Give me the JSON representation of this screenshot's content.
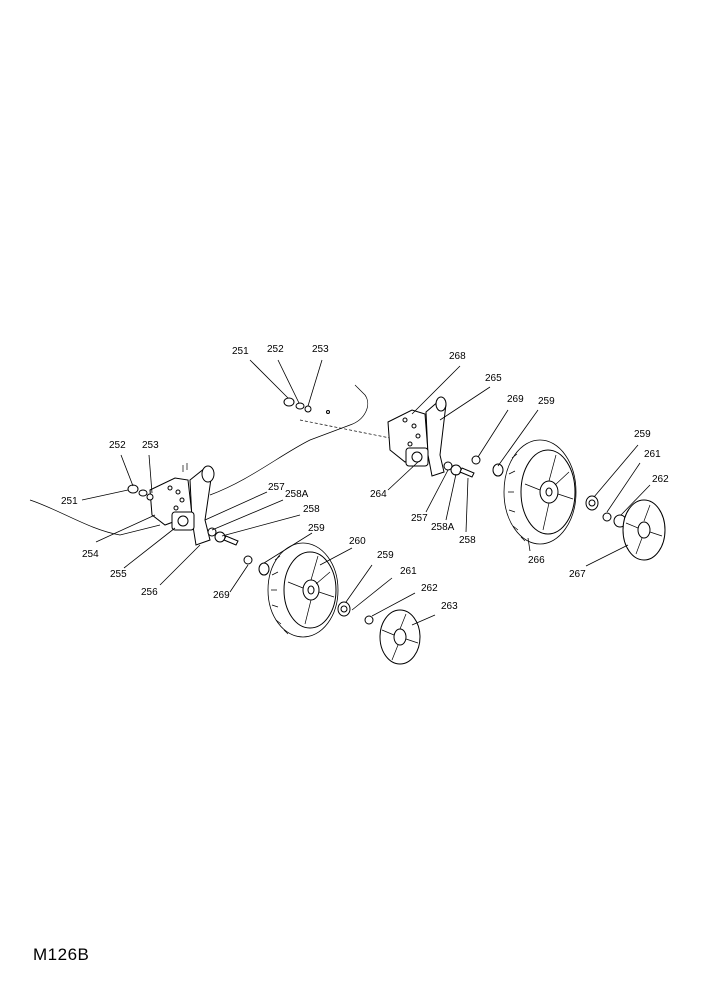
{
  "model_code": "M126B",
  "callouts": [
    "251",
    "252",
    "253",
    "268",
    "265",
    "269",
    "259",
    "252",
    "253",
    "251",
    "257",
    "258A",
    "258",
    "259",
    "264",
    "259",
    "261",
    "262",
    "254",
    "255",
    "256",
    "269",
    "260",
    "259",
    "261",
    "262",
    "263",
    "257",
    "258A",
    "258",
    "266",
    "267"
  ]
}
